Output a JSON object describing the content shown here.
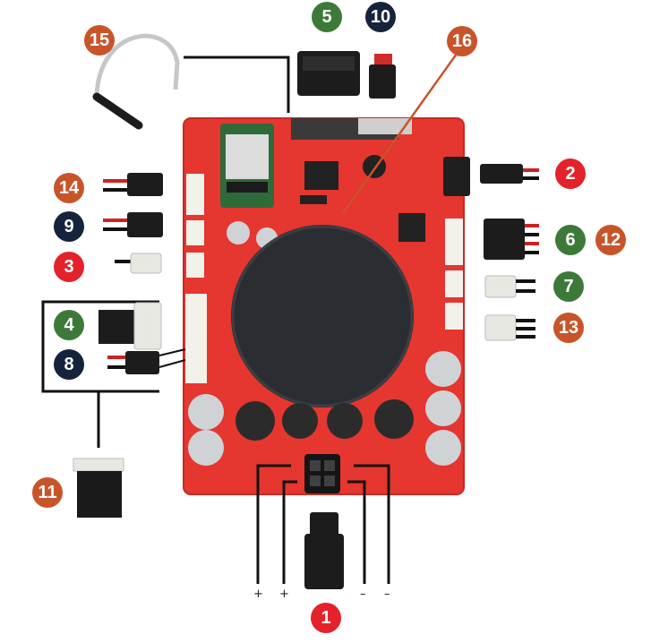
{
  "colors": {
    "red": "#e3222b",
    "orange": "#c8542a",
    "green": "#3d7a3a",
    "navy": "#16233c",
    "board": "#e5362f",
    "speaker": "#2a2d31",
    "line": "#111111"
  },
  "badges": [
    {
      "num": "1",
      "color": "red"
    },
    {
      "num": "2",
      "color": "red"
    },
    {
      "num": "3",
      "color": "red"
    },
    {
      "num": "4",
      "color": "green"
    },
    {
      "num": "5",
      "color": "green"
    },
    {
      "num": "6",
      "color": "green"
    },
    {
      "num": "7",
      "color": "green"
    },
    {
      "num": "8",
      "color": "navy"
    },
    {
      "num": "9",
      "color": "navy"
    },
    {
      "num": "10",
      "color": "navy"
    },
    {
      "num": "11",
      "color": "orange"
    },
    {
      "num": "12",
      "color": "orange"
    },
    {
      "num": "13",
      "color": "orange"
    },
    {
      "num": "14",
      "color": "orange"
    },
    {
      "num": "15",
      "color": "orange"
    },
    {
      "num": "16",
      "color": "orange"
    }
  ],
  "power_labels": {
    "plus1": "+",
    "plus2": "+",
    "minus1": "–",
    "minus2": "–"
  }
}
